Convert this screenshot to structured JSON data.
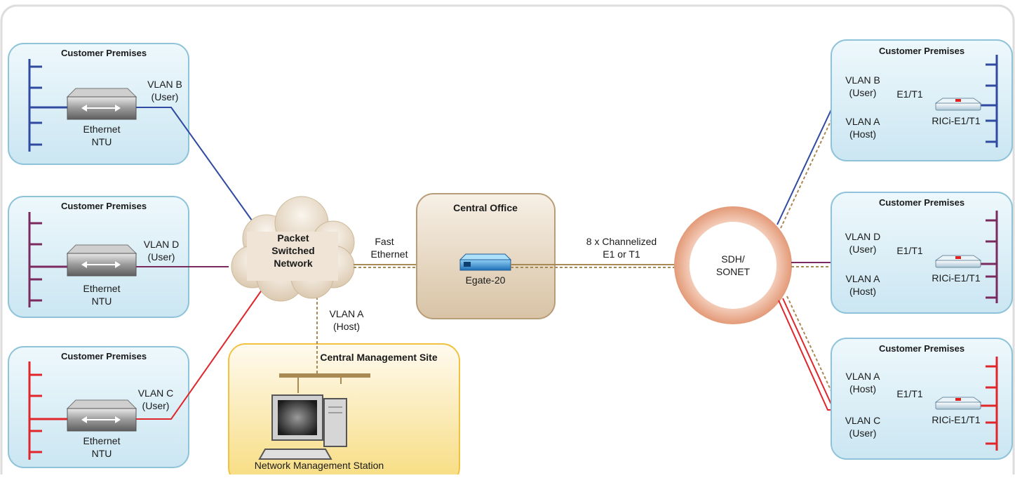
{
  "colors": {
    "vlan_b": "#2f4aa0",
    "vlan_d": "#7a2a5e",
    "vlan_c": "#e0262b",
    "vlan_a_host": "#a98a55",
    "premises_fill": "#d9eef7",
    "premises_border": "#8fc3d9",
    "central_office_fill": "#e6d6c0",
    "management_fill": "#fbeaa8"
  },
  "left_sites": [
    {
      "title": "Customer Premises",
      "vlan": "VLAN B",
      "role": "(User)",
      "device_line1": "Ethernet",
      "device_line2": "NTU"
    },
    {
      "title": "Customer Premises",
      "vlan": "VLAN D",
      "role": "(User)",
      "device_line1": "Ethernet",
      "device_line2": "NTU"
    },
    {
      "title": "Customer Premises",
      "vlan": "VLAN C",
      "role": "(User)",
      "device_line1": "Ethernet",
      "device_line2": "NTU"
    }
  ],
  "cloud": {
    "line1": "Packet",
    "line2": "Switched",
    "line3": "Network"
  },
  "fast_ethernet": {
    "line1": "Fast",
    "line2": "Ethernet"
  },
  "host_vlan": {
    "line1": "VLAN A",
    "line2": "(Host)"
  },
  "central_office": {
    "title": "Central Office",
    "device": "Egate-20"
  },
  "channelized": {
    "line1": "8 x Channelized",
    "line2": "E1 or T1"
  },
  "ring": {
    "line1": "SDH/",
    "line2": "SONET"
  },
  "management": {
    "title": "Central Management Site",
    "station": "Network Management Station"
  },
  "right_sites": [
    {
      "title": "Customer Premises",
      "vlan_top": "VLAN B",
      "role_top": "(User)",
      "vlan_bottom": "VLAN A",
      "role_bottom": "(Host)",
      "link": "E1/T1",
      "device": "RICi-E1/T1"
    },
    {
      "title": "Customer Premises",
      "vlan_top": "VLAN D",
      "role_top": "(User)",
      "vlan_bottom": "VLAN A",
      "role_bottom": "(Host)",
      "link": "E1/T1",
      "device": "RICi-E1/T1"
    },
    {
      "title": "Customer Premises",
      "vlan_top": "VLAN A",
      "role_top": "(Host)",
      "vlan_bottom": "VLAN C",
      "role_bottom": "(User)",
      "link": "E1/T1",
      "device": "RICi-E1/T1"
    }
  ]
}
